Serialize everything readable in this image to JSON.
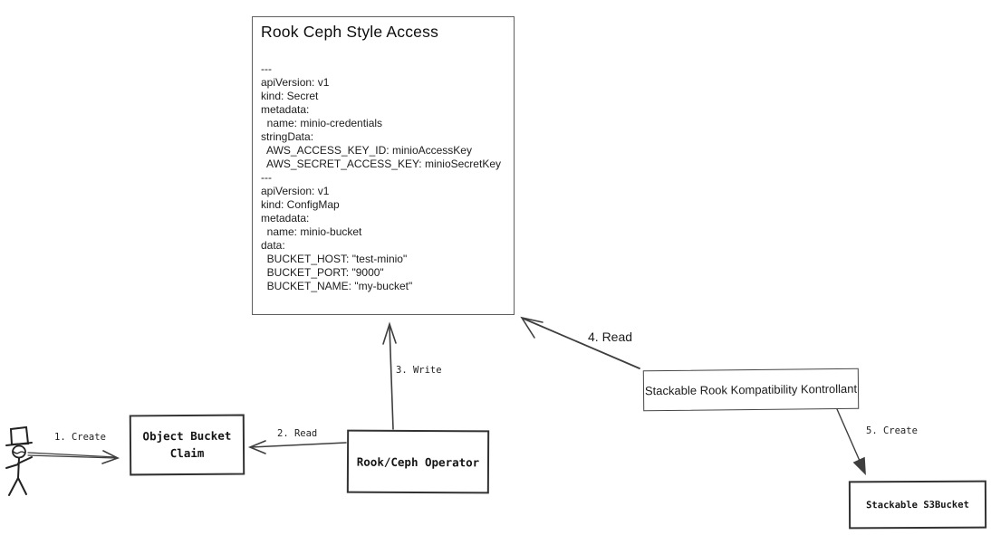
{
  "main_box": {
    "title": "Rook Ceph Style Access",
    "yaml_lines": [
      "---",
      "apiVersion: v1",
      "kind: Secret",
      "metadata:",
      "  name: minio-credentials",
      "stringData:",
      "  AWS_ACCESS_KEY_ID: minioAccessKey",
      "  AWS_SECRET_ACCESS_KEY: minioSecretKey",
      "---",
      "apiVersion: v1",
      "kind: ConfigMap",
      "metadata:",
      "  name: minio-bucket",
      "data:",
      "  BUCKET_HOST: \"test-minio\"",
      "  BUCKET_PORT: \"9000\"",
      "  BUCKET_NAME: \"my-bucket\""
    ]
  },
  "nodes": {
    "object_bucket_claim": {
      "label": "Object Bucket Claim"
    },
    "rook_ceph_operator": {
      "label": "Rook/Ceph Operator"
    },
    "kontrollant": {
      "label": "Stackable Rook Kompatibility Kontrollant"
    },
    "stackable_s3bucket": {
      "label": "Stackable S3Bucket"
    }
  },
  "arrows": [
    {
      "label": "1. Create",
      "from": "user",
      "to": "object-bucket-claim"
    },
    {
      "label": "2. Read",
      "from": "rook-ceph-operator",
      "to": "object-bucket-claim"
    },
    {
      "label": "3. Write",
      "from": "rook-ceph-operator",
      "to": "rook-ceph-style-access"
    },
    {
      "label": "4. Read",
      "from": "kontrollant",
      "to": "rook-ceph-style-access"
    },
    {
      "label": "5. Create",
      "from": "kontrollant",
      "to": "stackable-s3bucket"
    }
  ],
  "icons": {
    "user": "stick-figure-icon"
  },
  "colors": {
    "background": "#ffffff",
    "line": "#3e3e3e",
    "box_border": "#323232",
    "main_box_border": "#5f5f5f",
    "text": "#141414"
  }
}
